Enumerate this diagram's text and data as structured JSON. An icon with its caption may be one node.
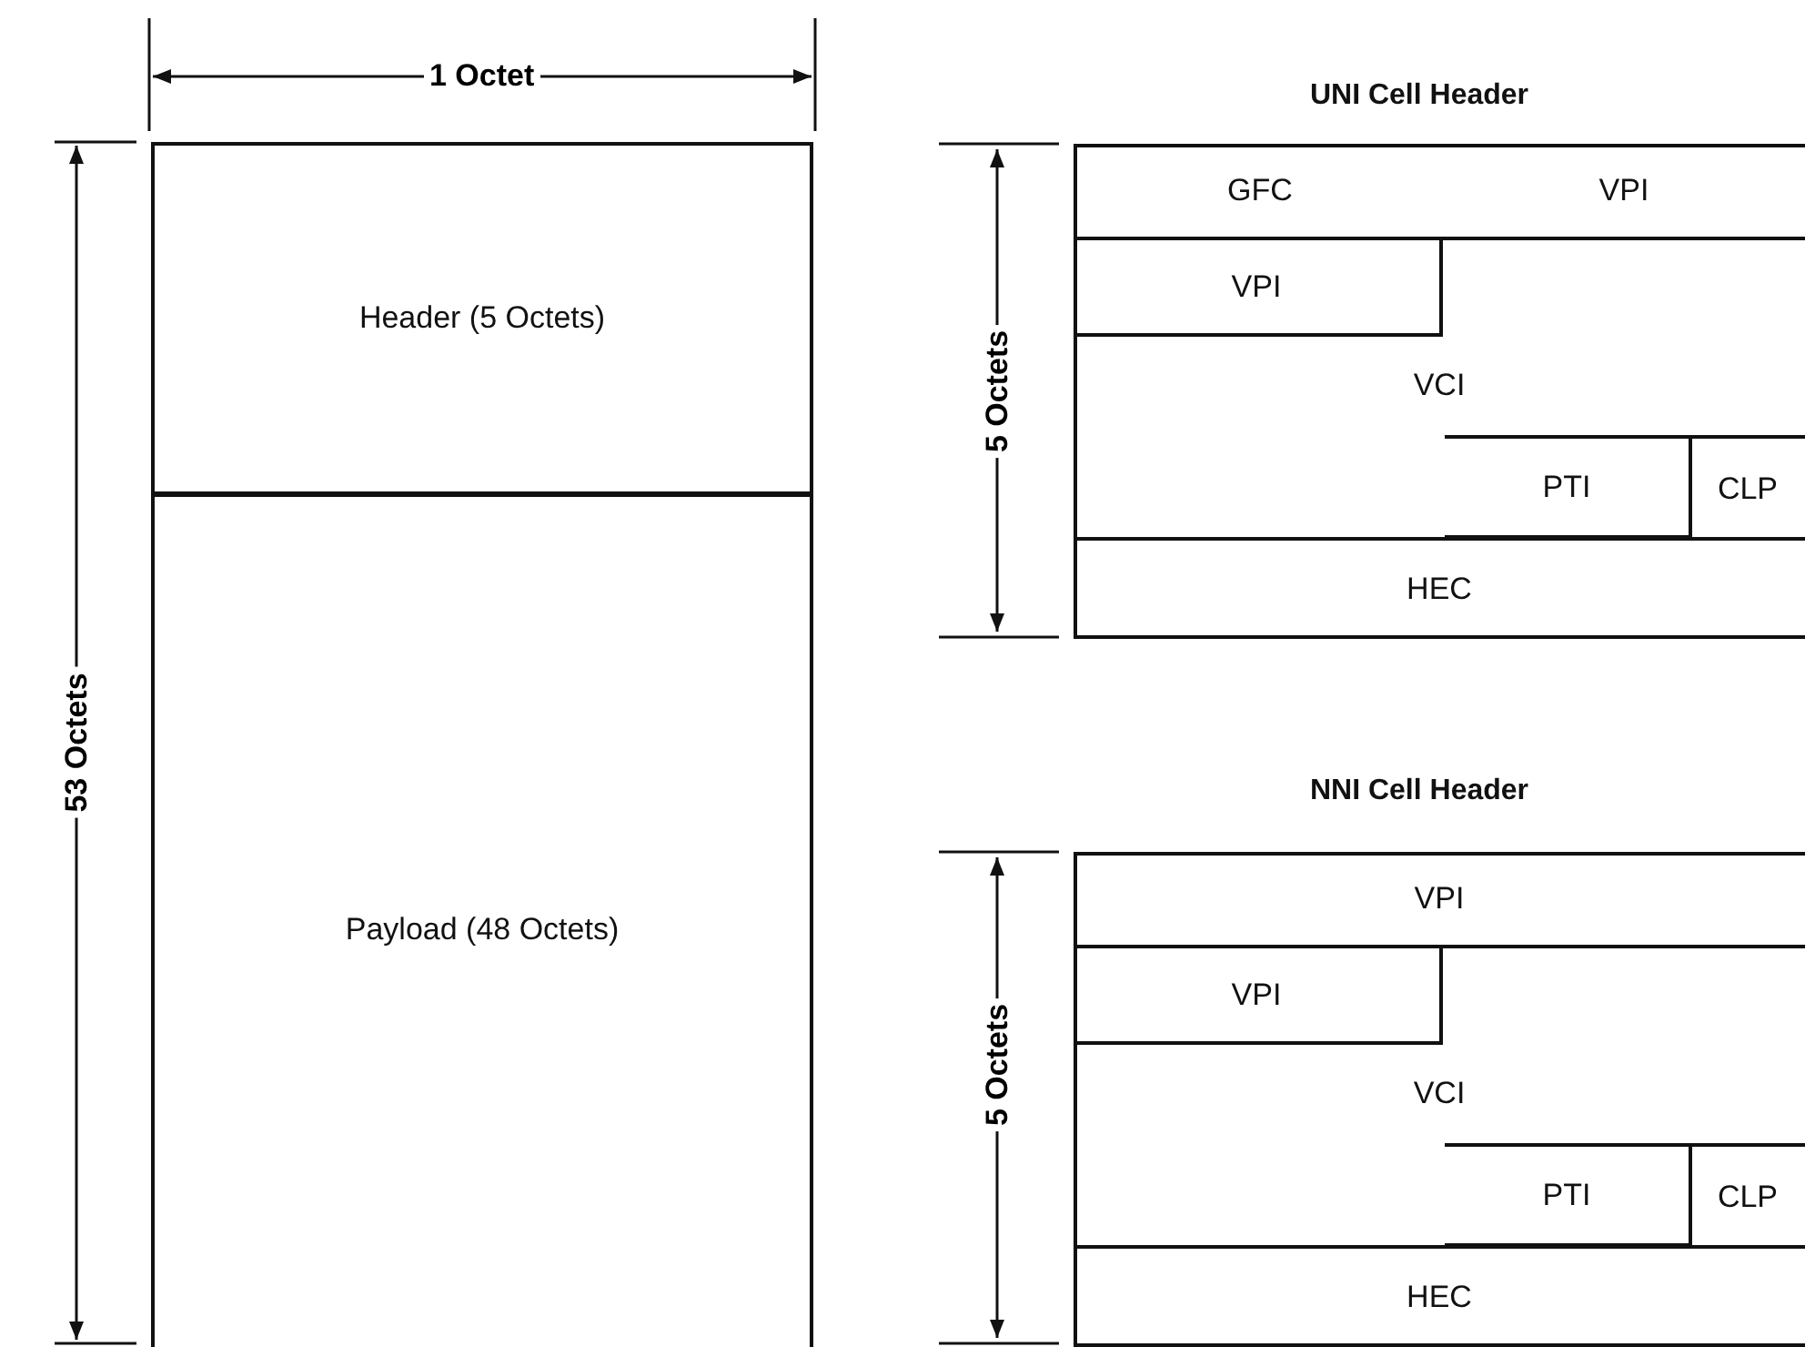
{
  "diagram": {
    "nodes": [
      {
        "text": [
          "Header (5 Octets)"
        ]
      },
      {
        "text": [
          "Payload (48 Octets)"
        ]
      },
      {
        "text": [
          "UNI Cell Header"
        ]
      },
      {
        "text": [
          "GFC"
        ],
        "in": 2
      },
      {
        "text": [
          "VPI"
        ],
        "in": 2
      },
      {
        "text": [
          "VPI"
        ],
        "in": 2
      },
      {
        "text": [
          "VCI"
        ],
        "in": 2
      },
      {
        "text": [
          "PTI"
        ],
        "in": 2
      },
      {
        "text": [
          "CLP"
        ],
        "in": 2
      },
      {
        "text": [
          "HEC"
        ],
        "in": 2
      },
      {
        "text": [
          "NNI Cell Header"
        ]
      },
      {
        "text": [
          "VPI"
        ],
        "in": 10
      },
      {
        "text": [
          "VPI"
        ],
        "in": 10
      },
      {
        "text": [
          "VCI"
        ],
        "in": 10
      },
      {
        "text": [
          "PTI"
        ],
        "in": 10
      },
      {
        "text": [
          "CLP"
        ],
        "in": 10
      },
      {
        "text": [
          "HEC"
        ],
        "in": 10
      }
    ],
    "labels": [
      "1 Octet",
      "53 Octets",
      "5 Octets",
      "5 Octets"
    ]
  }
}
